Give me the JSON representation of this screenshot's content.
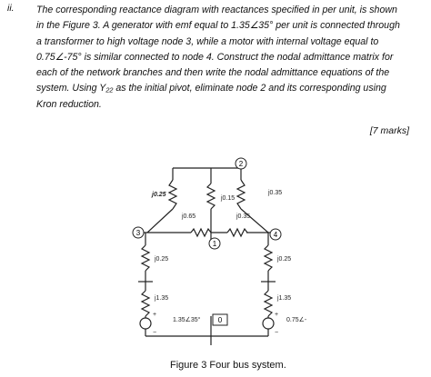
{
  "question": {
    "number": "ii.",
    "lines": [
      "The corresponding reactance diagram with reactances specified in per unit, is shown",
      "in the Figure 3. A generator with emf equal to 1.35∠35° per unit is connected through",
      "a transformer to high voltage node 3, while a motor with internal voltage equal to",
      "0.75∠-75° is similar connected to node 4. Construct the nodal admittance matrix for",
      "each of the network branches and then write the nodal admittance equations of the",
      "system. Using Y₂₂ as the initial pivot, eliminate node 2 and its corresponding using",
      "Kron reduction."
    ],
    "marks": "[7 marks]"
  },
  "figure": {
    "caption": "Figure 3 Four bus system.",
    "nodes": {
      "n0": "0",
      "n1": "1",
      "n2": "2",
      "n3": "3",
      "n4": "4"
    },
    "reactances": {
      "r3_2": "j0.25",
      "r2_1": "j0.15",
      "r2_4": "j0.35",
      "r3_1": "j0.65",
      "r1_4": "j0.35",
      "r3_tr": "j0.25",
      "r4_tr": "j0.25",
      "r3_gen": "j1.35",
      "r4_mot": "j1.35"
    },
    "sources": {
      "gen_emf": "1.35∠35°",
      "motor_emf": "0.75∠-",
      "plus": "+",
      "minus": "−"
    }
  }
}
